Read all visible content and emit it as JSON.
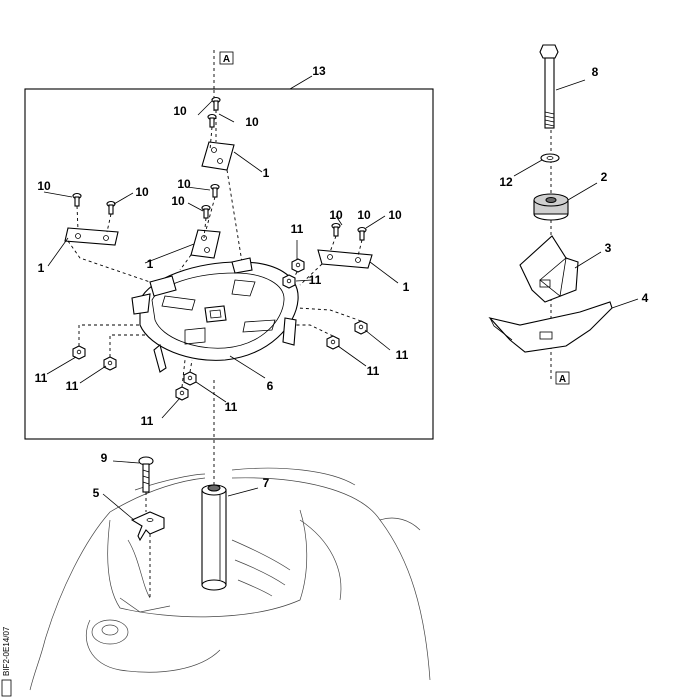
{
  "reference_marks": {
    "top": "A",
    "right": "A"
  },
  "callouts": [
    {
      "id": "13",
      "text": "13"
    },
    {
      "id": "10a",
      "text": "10"
    },
    {
      "id": "10b",
      "text": "10"
    },
    {
      "id": "10c",
      "text": "10"
    },
    {
      "id": "10d",
      "text": "10"
    },
    {
      "id": "10e",
      "text": "10"
    },
    {
      "id": "10f",
      "text": "10"
    },
    {
      "id": "10g",
      "text": "10"
    },
    {
      "id": "10h",
      "text": "10"
    },
    {
      "id": "10i",
      "text": "10"
    },
    {
      "id": "1a",
      "text": "1"
    },
    {
      "id": "1b",
      "text": "1"
    },
    {
      "id": "1c",
      "text": "1"
    },
    {
      "id": "1d",
      "text": "1"
    },
    {
      "id": "11a",
      "text": "11"
    },
    {
      "id": "11b",
      "text": "11"
    },
    {
      "id": "11c",
      "text": "11"
    },
    {
      "id": "11d",
      "text": "11"
    },
    {
      "id": "11e",
      "text": "11"
    },
    {
      "id": "11f",
      "text": "11"
    },
    {
      "id": "11g",
      "text": "11"
    },
    {
      "id": "11h",
      "text": "11"
    },
    {
      "id": "6",
      "text": "6"
    },
    {
      "id": "8",
      "text": "8"
    },
    {
      "id": "12",
      "text": "12"
    },
    {
      "id": "2",
      "text": "2"
    },
    {
      "id": "3",
      "text": "3"
    },
    {
      "id": "4",
      "text": "4"
    },
    {
      "id": "9",
      "text": "9"
    },
    {
      "id": "5",
      "text": "5"
    },
    {
      "id": "7",
      "text": "7"
    }
  ],
  "figure_code": "BIF2-0E14/07"
}
